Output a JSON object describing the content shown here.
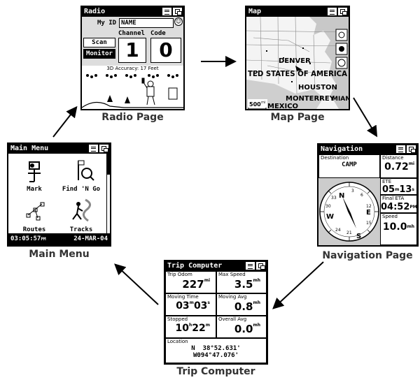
{
  "radio": {
    "title": "Radio",
    "my_id_label": "My ID",
    "my_id_value": "NAME",
    "channel_label": "Channel",
    "code_label": "Code",
    "scan_label": "Scan",
    "monitor_label": "Monitor",
    "channel_value": "1",
    "code_value": "0",
    "accuracy": "3D Accuracy: 17 Feet",
    "caption": "Radio Page"
  },
  "map": {
    "title": "Map",
    "labels": {
      "denver": "DENVER",
      "country": "TED STATES OF AMERICA",
      "houston": "HOUSTON",
      "monterrey": "MONTERREY",
      "miami": "MIAM",
      "mexico": "MEXICO"
    },
    "scale": "500",
    "scale_unit": "mi",
    "caption": "Map Page"
  },
  "navigation": {
    "title": "Navigation",
    "destination_label": "Destination",
    "destination_value": "CAMP",
    "distance_label": "Distance",
    "distance_value": "0.72",
    "distance_unit": "mi",
    "ete_label": "ETE",
    "ete_value_a": "05",
    "ete_value_b": "13",
    "ete_unit_a": "m",
    "ete_unit_b": "s",
    "final_eta_label": "Final ETA",
    "final_eta_value": "04:52",
    "final_eta_unit": "PM",
    "speed_label": "Speed",
    "speed_value": "10.0",
    "speed_unit": "mh",
    "compass": {
      "n": "N",
      "e": "E",
      "s": "S",
      "w": "W",
      "t3": "3",
      "t6": "6",
      "t12": "12",
      "t15": "15",
      "t21": "21",
      "t24": "24",
      "t30": "30",
      "t33": "33"
    },
    "caption": "Navigation Page"
  },
  "trip": {
    "title": "Trip Computer",
    "trip_odom_label": "Trip Odom",
    "trip_odom_value": "227",
    "trip_odom_unit": "mi",
    "max_speed_label": "Max Speed",
    "max_speed_value": "3.5",
    "max_speed_unit": "mh",
    "moving_time_label": "Moving Time",
    "moving_time_a": "03",
    "moving_time_b": "03",
    "moving_time_ua": "m",
    "moving_time_ub": "s",
    "moving_avg_label": "Moving Avg",
    "moving_avg_value": "0.8",
    "moving_avg_unit": "mh",
    "stopped_label": "Stopped",
    "stopped_a": "10",
    "stopped_b": "22",
    "stopped_ua": "h",
    "stopped_ub": "m",
    "overall_avg_label": "Overall Avg",
    "overall_avg_value": "0.0",
    "overall_avg_unit": "mh",
    "location_label": "Location",
    "location_lat": "N  38°52.631'",
    "location_lon": "W094°47.076'",
    "caption": "Trip Computer"
  },
  "main_menu": {
    "title": "Main Menu",
    "items": [
      "Mark",
      "Find 'N Go",
      "Routes",
      "Tracks"
    ],
    "time": "03:05:57",
    "time_unit": "PM",
    "date": "24-MAR-04",
    "caption": "Main Menu"
  }
}
